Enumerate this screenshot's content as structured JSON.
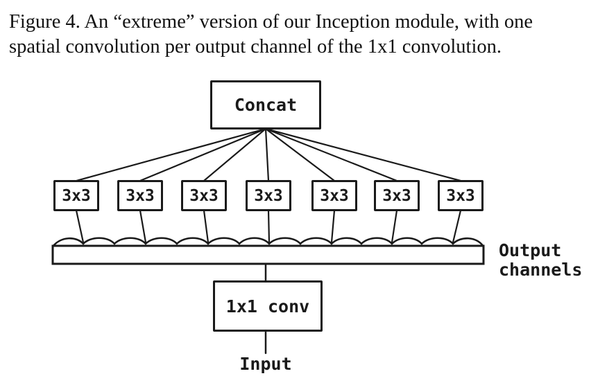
{
  "figure": {
    "caption_line1": "Figure 4. An “extreme” version of our Inception module, with one",
    "caption_line2": "spatial convolution per output channel of the 1x1 convolution.",
    "figure_number": "Figure 4."
  },
  "diagram": {
    "concat_label": "Concat",
    "branch_count": 7,
    "branch_labels": [
      "3x3",
      "3x3",
      "3x3",
      "3x3",
      "3x3",
      "3x3",
      "3x3"
    ],
    "output_label_line1": "Output",
    "output_label_line2": "channels",
    "conv_label": "1x1 conv",
    "input_label": "Input",
    "ink_color": "#1a1a1a",
    "background_color": "#ffffff"
  }
}
